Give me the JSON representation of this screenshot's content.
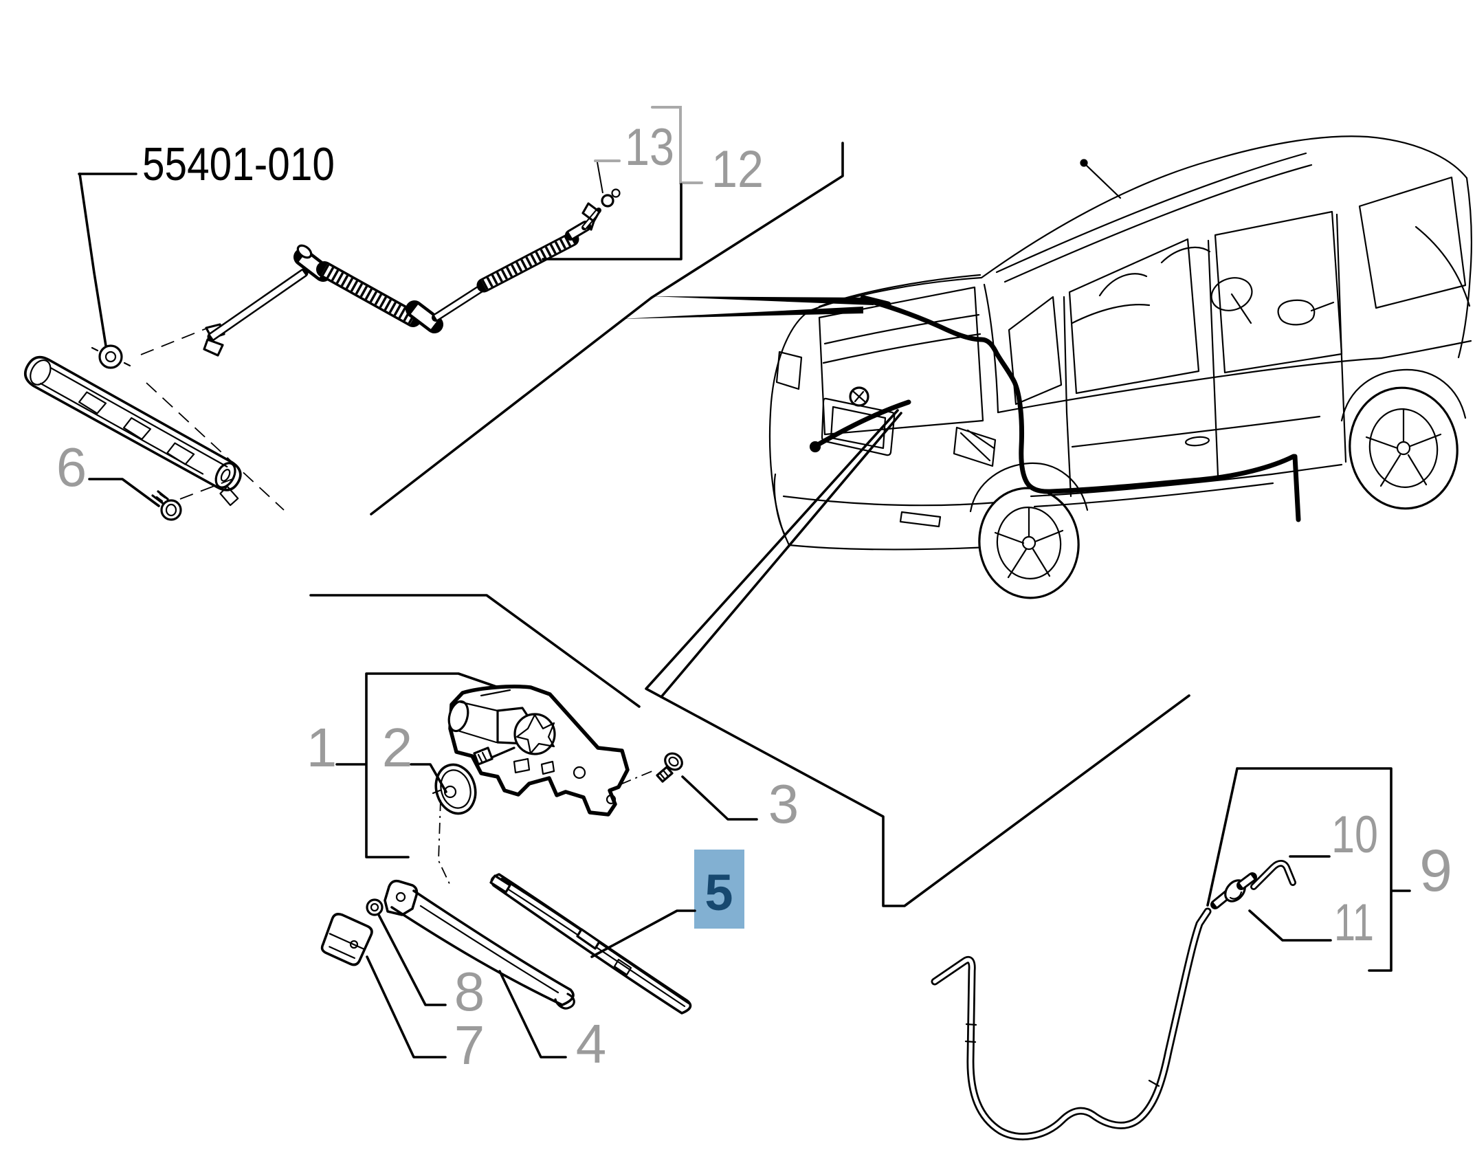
{
  "diagram": {
    "part_number_label": "55401-010",
    "callouts": {
      "c1": "1",
      "c2": "2",
      "c3": "3",
      "c4": "4",
      "c5": "5",
      "c6": "6",
      "c7": "7",
      "c8": "8",
      "c9": "9",
      "c10": "10",
      "c11": "11",
      "c12": "12",
      "c13": "13"
    },
    "highlighted_callout": "5",
    "colors": {
      "line": "#000000",
      "callout_gray": "#9b9b9b",
      "bracket_gray": "#a9a9a9",
      "highlight_bg": "#82b0d2",
      "highlight_fg": "#17486f",
      "background": "#ffffff"
    }
  }
}
